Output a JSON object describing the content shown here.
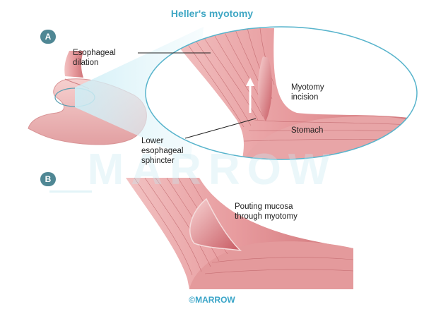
{
  "title": "Heller's myotomy",
  "panels": [
    {
      "badge": "A"
    },
    {
      "badge": "B"
    }
  ],
  "labels": {
    "esophageal_dilation": [
      "Esophageal",
      "dilation"
    ],
    "myotomy_incision": [
      "Myotomy",
      "incision"
    ],
    "stomach": "Stomach",
    "lower_esophageal_sphincter": [
      "Lower",
      "esophageal",
      "sphincter"
    ],
    "pouting_mucosa": [
      "Pouting mucosa",
      "through myotomy"
    ]
  },
  "watermark": "MARROW",
  "copyright": "©MARROW",
  "colors": {
    "title": "#3fa7c4",
    "badge": "#4f8794",
    "tissue": "#e8a1a3",
    "tissue_dark": "#c9676c",
    "callout_circle": "#58b4cc",
    "magnify_fill": "#dff3f8"
  }
}
